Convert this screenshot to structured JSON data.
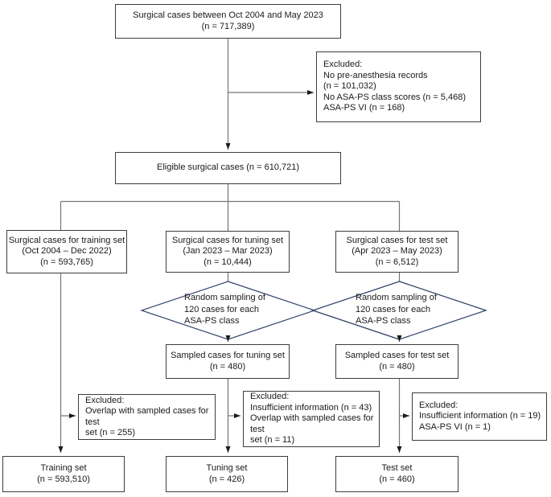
{
  "colors": {
    "box_border": "#3d3d3d",
    "diamond_border": "#35466b",
    "connector_line": "#757575",
    "arrowhead": "#1a1a1a",
    "text": "#1a1a1a",
    "background": "#ffffff"
  },
  "nodes": {
    "total": {
      "lines": [
        "Surgical cases between Oct 2004 and May 2023",
        "(n = 717,389)"
      ]
    },
    "excluded_initial": {
      "lines": [
        "Excluded:",
        "No pre-anesthesia records",
        "(n = 101,032)",
        "No ASA-PS class scores (n = 5,468)",
        "ASA-PS VI (n = 168)"
      ]
    },
    "eligible": {
      "lines": [
        "Eligible surgical cases (n = 610,721)"
      ]
    },
    "training_cases": {
      "lines": [
        "Surgical cases for training set",
        "(Oct 2004 – Dec 2022)",
        "(n = 593,765)"
      ]
    },
    "tuning_cases": {
      "lines": [
        "Surgical cases for tuning set",
        "(Jan 2023 – Mar 2023)",
        "(n = 10,444)"
      ]
    },
    "test_cases": {
      "lines": [
        "Surgical cases for test set",
        "(Apr 2023 – May 2023)",
        "(n = 6,512)"
      ]
    },
    "sampling_tuning": {
      "lines": [
        "Random sampling of",
        "120 cases for each",
        "ASA-PS class"
      ]
    },
    "sampling_test": {
      "lines": [
        "Random sampling of",
        "120 cases for each",
        "ASA-PS class"
      ]
    },
    "sampled_tuning": {
      "lines": [
        "Sampled cases for tuning set",
        "(n = 480)"
      ]
    },
    "sampled_test": {
      "lines": [
        "Sampled cases for test set",
        "(n = 480)"
      ]
    },
    "excluded_training": {
      "lines": [
        "Excluded:",
        "Overlap with sampled cases for test",
        "set (n = 255)"
      ]
    },
    "excluded_tuning": {
      "lines": [
        "Excluded:",
        "Insufficient information (n = 43)",
        "Overlap with sampled cases for test",
        "set (n = 11)"
      ]
    },
    "excluded_test": {
      "lines": [
        "Excluded:",
        "Insufficient information (n = 19)",
        "ASA-PS VI (n = 1)"
      ]
    },
    "training_set": {
      "lines": [
        "Training set",
        "(n = 593,510)"
      ]
    },
    "tuning_set": {
      "lines": [
        "Tuning set",
        "(n = 426)"
      ]
    },
    "test_set": {
      "lines": [
        "Test set",
        "(n = 460)"
      ]
    }
  }
}
